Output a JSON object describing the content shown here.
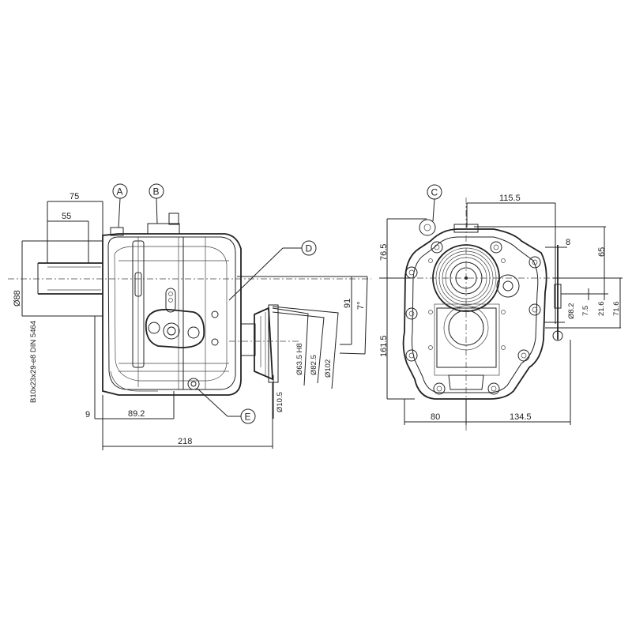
{
  "drawing": {
    "title": "Gearbox technical dimension drawing",
    "line_color": "#222222",
    "background": "#ffffff",
    "callouts": [
      {
        "id": "A",
        "label": "A"
      },
      {
        "id": "B",
        "label": "B"
      },
      {
        "id": "C",
        "label": "C"
      },
      {
        "id": "D",
        "label": "D"
      },
      {
        "id": "E",
        "label": "E"
      }
    ],
    "side_view": {
      "dimensions": {
        "shaft_length_outer": "75",
        "shaft_length_inner": "55",
        "shaft_diameter": "Ø88",
        "spline_spec": "B10x23x29-e8  DIN 5464",
        "offset_left": "9",
        "bottom_depth": "89.2",
        "overall_length": "218",
        "flange_bore": "Ø63.5 H8",
        "flange_pcd": "Ø82.5",
        "flange_outer": "Ø102",
        "bolt_hole": "Ø10.5",
        "height_91": "91",
        "angle": "7°"
      }
    },
    "front_view": {
      "dimensions": {
        "top_width": "115.5",
        "top_height": "76.5",
        "lower_height": "161.5",
        "lever_height": "65",
        "lever_offset": "8",
        "lever_diameter": "Ø8.2",
        "lever_7_5": "7.5",
        "lever_21_6": "21.6",
        "lever_71_6": "71.6",
        "left_width": "80",
        "right_width": "134.5"
      }
    }
  }
}
